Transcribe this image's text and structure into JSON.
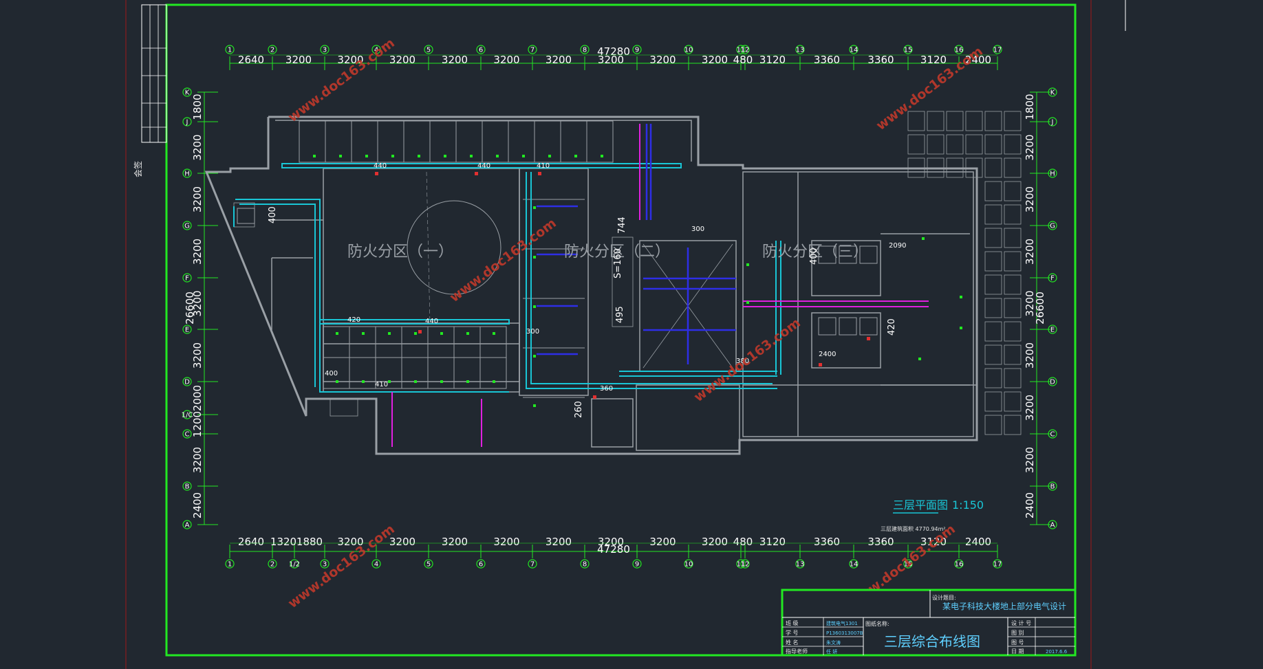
{
  "overall_width": "47280",
  "overall_height": "26600",
  "top_axes": [
    "1",
    "2",
    "3",
    "4",
    "5",
    "6",
    "7",
    "8",
    "9",
    "10",
    "11",
    "12",
    "13",
    "14",
    "15",
    "16",
    "17"
  ],
  "top_dims": [
    "2640",
    "3200",
    "3200",
    "3200",
    "3200",
    "3200",
    "3200",
    "3200",
    "3200",
    "3200",
    "480",
    "3120",
    "3360",
    "3360",
    "3120",
    "2400"
  ],
  "bottom_axes": [
    "1",
    "2",
    "1/2",
    "3",
    "4",
    "5",
    "6",
    "7",
    "8",
    "9",
    "10",
    "11",
    "12",
    "13",
    "14",
    "15",
    "16",
    "17"
  ],
  "bottom_dims": [
    "2640",
    "1320",
    "1880",
    "3200",
    "3200",
    "3200",
    "3200",
    "3200",
    "3200",
    "3200",
    "3200",
    "480",
    "3120",
    "3360",
    "3360",
    "3120",
    "2400"
  ],
  "left_axes": [
    "K",
    "J",
    "H",
    "G",
    "F",
    "E",
    "D",
    "1/C",
    "C",
    "B",
    "A"
  ],
  "left_dims": [
    "1800",
    "3200",
    "3200",
    "3200",
    "3200",
    "3200",
    "2000",
    "1200",
    "3200",
    "2400"
  ],
  "right_axes": [
    "K",
    "J",
    "H",
    "G",
    "F",
    "E",
    "D",
    "C",
    "B",
    "A"
  ],
  "right_dims": [
    "1800",
    "3200",
    "3200",
    "3200",
    "3200",
    "3200",
    "3200",
    "3200",
    "2400"
  ],
  "zones": [
    "防火分区（一）",
    "防火分区（二）",
    "防火分区（三）"
  ],
  "tray_labels": [
    "440",
    "440",
    "410",
    "400",
    "420",
    "440",
    "300",
    "410",
    "400",
    "360",
    "744",
    "S=160",
    "495",
    "300",
    "2090",
    "400",
    "420",
    "2400",
    "380",
    "260"
  ],
  "plan_title": "三层平面图",
  "plan_scale": "1:150",
  "plan_area": "三层建筑面积 4770.94m²",
  "watermark": "www.doc163.com",
  "title_block": {
    "project_label": "设计题目:",
    "project_name": "某电子科技大楼地上部分电气设计",
    "drawing_label": "图纸名称:",
    "drawing_name": "三层综合布线图",
    "left_rows": [
      {
        "label": "班 级",
        "value": "建筑电气1301"
      },
      {
        "label": "学 号",
        "value": "P1360313007B"
      },
      {
        "label": "姓 名",
        "value": "朱文涛"
      },
      {
        "label": "指导老师",
        "value": "任 妍"
      }
    ],
    "right_rows": [
      {
        "label": "设 计 号",
        "value": ""
      },
      {
        "label": "图 别",
        "value": ""
      },
      {
        "label": "图 号",
        "value": ""
      },
      {
        "label": "日 期",
        "value": "2017.6.6"
      }
    ]
  },
  "side_stamp": "会签",
  "colors": {
    "frame": "#22e822",
    "wall": "#9aa0a6",
    "tray": "#19c6d6",
    "conduit": "#2e2ee6",
    "magenta": "#e020e0",
    "dimension": "#ffffff",
    "watermark": "#c0392b",
    "grid_circle": "#22e822"
  }
}
